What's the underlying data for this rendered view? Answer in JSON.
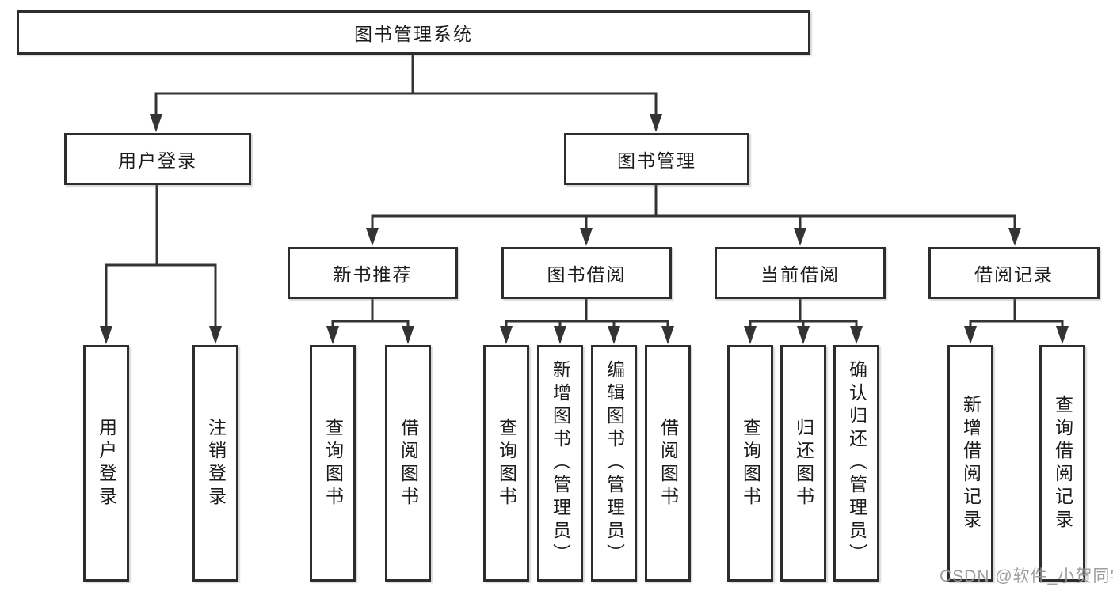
{
  "diagram_title": "图书管理系统",
  "tree": {
    "root": {
      "label": "图书管理系统",
      "children": [
        {
          "label": "用户登录",
          "children": [
            {
              "label": "用户登录"
            },
            {
              "label": "注销登录"
            }
          ]
        },
        {
          "label": "图书管理",
          "children": [
            {
              "label": "新书推荐",
              "children": [
                {
                  "label": "查询图书"
                },
                {
                  "label": "借阅图书"
                }
              ]
            },
            {
              "label": "图书借阅",
              "children": [
                {
                  "label": "查询图书"
                },
                {
                  "label": "新增图书（管理员）"
                },
                {
                  "label": "编辑图书（管理员）"
                },
                {
                  "label": "借阅图书"
                }
              ]
            },
            {
              "label": "当前借阅",
              "children": [
                {
                  "label": "查询图书"
                },
                {
                  "label": "归还图书"
                },
                {
                  "label": "确认归还（管理员）"
                }
              ]
            },
            {
              "label": "借阅记录",
              "children": [
                {
                  "label": "新增借阅记录"
                },
                {
                  "label": "查询借阅记录"
                }
              ]
            }
          ]
        }
      ]
    }
  },
  "watermark": {
    "text": "CSDN @软件_小贺同学",
    "color": "#969696"
  },
  "colors": {
    "background": "#ffffff",
    "line": "#333333",
    "box_border": "#2d2d2d",
    "text": "#1c1c1c"
  }
}
